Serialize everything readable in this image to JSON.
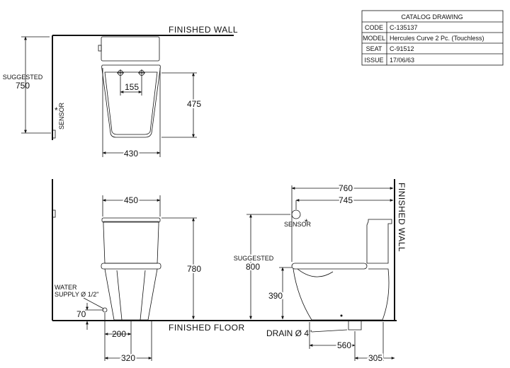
{
  "catalog": {
    "title": "CATALOG DRAWING",
    "rows": [
      {
        "key": "CODE",
        "value": "C-135137"
      },
      {
        "key": "MODEL",
        "value": "Hercules Curve 2 Pc. (Touchless)"
      },
      {
        "key": "SEAT",
        "value": "C-91512"
      },
      {
        "key": "ISSUE",
        "value": "17/06/63"
      }
    ]
  },
  "labels": {
    "finished_wall": "FINISHED WALL",
    "finished_floor": "FINISHED FLOOR",
    "finished_wall_side": "FINISHED WALL",
    "suggested": "SUGGESTED",
    "sensor": "SENSOR",
    "sensor_mark": "*",
    "water_supply_l1": "WATER",
    "water_supply_l2": "SUPPLY Ø 1/2\"",
    "drain": "DRAIN Ø 4\""
  },
  "dimensions": {
    "top_sensor_height": "750",
    "top_hole_spacing": "155",
    "top_depth": "475",
    "top_width": "430",
    "front_width": "450",
    "front_height": "780",
    "water_supply_height": "70",
    "water_offset_200": "200",
    "water_offset_320": "320",
    "side_sensor_height": "800",
    "side_overall": "760",
    "side_745": "745",
    "seat_height": "390",
    "drain_560": "560",
    "drain_305": "305"
  }
}
